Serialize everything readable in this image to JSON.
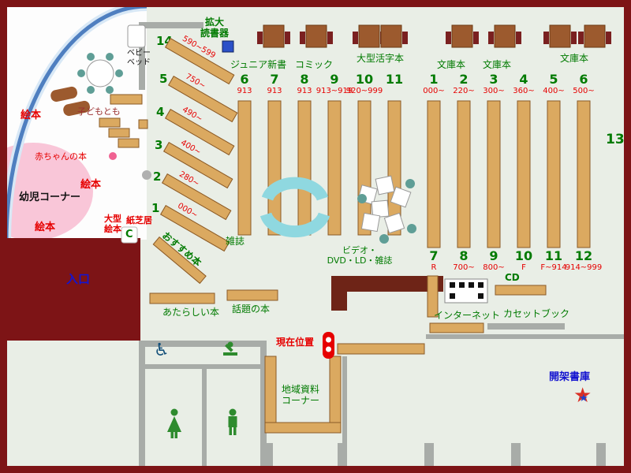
{
  "colors": {
    "frame_maroon": "#7d1416",
    "background": "#e9eee6",
    "shelf_tan": "#dba960",
    "shelf_border": "#8a5a28",
    "table_brown": "#9c5a2e",
    "chair_maroon": "#7a2020",
    "counter_brown": "#6e2417",
    "label_green": "#007a00",
    "label_red": "#e60000",
    "label_blue": "#1414d0",
    "arc_blue": "#4f7fc0",
    "infant_pink": "#f9c6d8",
    "cyan_rack": "#8fd8e0",
    "wall_gray": "#a8aca8",
    "marker_red": "#e60000"
  },
  "labels": {
    "magnifier": "拡大\n読書器",
    "junior_shinsho": "ジュニア新書",
    "comic": "コミック",
    "large_print": "大型活字本",
    "bunko_1": "文庫本",
    "bunko_2": "文庫本",
    "bunko_3": "文庫本",
    "shelf13": "13",
    "ehon_1": "絵本",
    "ehon_2": "絵本",
    "ehon_3": "絵本",
    "large_ehon": "大型\n絵本",
    "kamishibai": "紙芝居",
    "baby_books": "赤ちゃんの本",
    "kodomo_no_tomo": "子どもとも",
    "baby_bed": "ベビー\nベッド",
    "infant_corner": "幼児コーナー",
    "entrance": "入口",
    "magazines": "雑誌",
    "video_corner": "ビデオ・\nDVD・LD・雑誌",
    "recommended": "おすすめ本",
    "new_books": "あたらしい本",
    "topical_books": "話題の本",
    "current_location": "現在位置",
    "local_materials": "地域資料\nコーナー",
    "cd": "CD",
    "internet": "インターネット",
    "cassette_books": "カセットブック",
    "open_stacks": "開架書庫"
  },
  "icons": {
    "star": "★",
    "wheelchair": "♿",
    "kamishibai_mark": "C"
  },
  "top_shelves_a": [
    {
      "num": "6",
      "range": "913"
    },
    {
      "num": "7",
      "range": "913"
    },
    {
      "num": "8",
      "range": "913"
    },
    {
      "num": "9",
      "range": "913~919"
    },
    {
      "num": "10",
      "range": "920~999"
    },
    {
      "num": "11",
      "range": ""
    }
  ],
  "top_shelves_b": [
    {
      "num": "1",
      "range": "000~"
    },
    {
      "num": "2",
      "range": "220~"
    },
    {
      "num": "3",
      "range": "300~"
    },
    {
      "num": "4",
      "range": "360~"
    },
    {
      "num": "5",
      "range": "400~"
    },
    {
      "num": "6",
      "range": "500~"
    }
  ],
  "bottom_shelves_b": [
    {
      "num": "7",
      "range": "R"
    },
    {
      "num": "8",
      "range": "700~"
    },
    {
      "num": "9",
      "range": "800~"
    },
    {
      "num": "10",
      "range": "F"
    },
    {
      "num": "11",
      "range": "F~914"
    },
    {
      "num": "12",
      "range": "914~999"
    }
  ],
  "diagonal_shelves": [
    {
      "num": "14",
      "range": "590~599"
    },
    {
      "num": "5",
      "range": "750~"
    },
    {
      "num": "4",
      "range": "490~"
    },
    {
      "num": "3",
      "range": "400~"
    },
    {
      "num": "2",
      "range": "280~"
    },
    {
      "num": "1",
      "range": "000~"
    }
  ]
}
